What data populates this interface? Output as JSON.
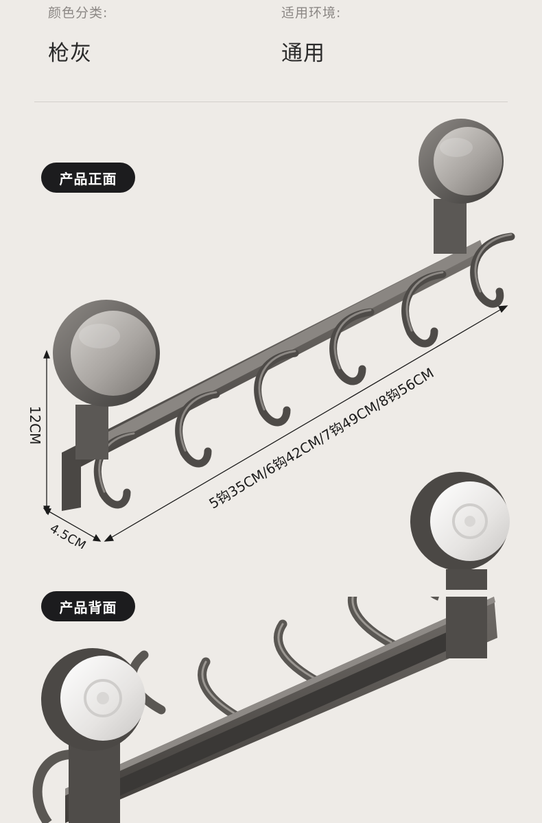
{
  "specs": {
    "color_label": "颜色分类:",
    "color_value": "枪灰",
    "env_label": "适用环境:",
    "env_value": "通用"
  },
  "sections": {
    "front_label": "产品正面",
    "back_label": "产品背面"
  },
  "dimensions": {
    "height": "12CM",
    "depth": "4.5CM",
    "length": "5钩35CM/6钩42CM/7钩49CM/8钩56CM"
  },
  "colors": {
    "metal": "#5b5855",
    "metal_dark": "#3e3c3a",
    "metal_light": "#8c8884",
    "pill": "#1c1c1e"
  }
}
